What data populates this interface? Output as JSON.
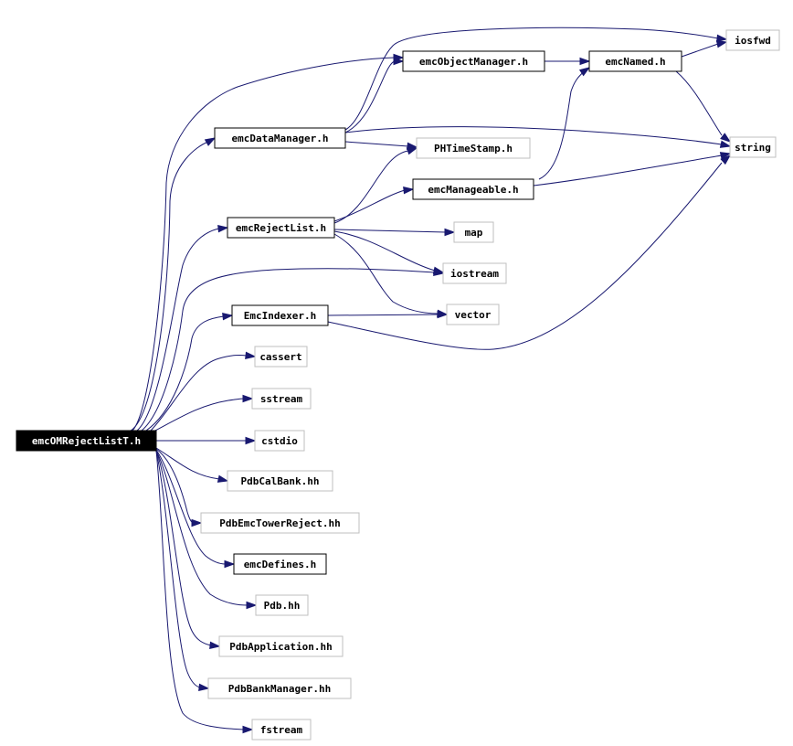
{
  "graph": {
    "colors": {
      "edge": "#191970",
      "root_fill": "#000000",
      "root_text": "#ffffff",
      "box_border": "#000000",
      "external_border": "#bfbfbf"
    },
    "nodes": {
      "emcOMRejectListT_h": "emcOMRejectListT.h",
      "emcDataManager_h": "emcDataManager.h",
      "emcObjectManager_h": "emcObjectManager.h",
      "emcNamed_h": "emcNamed.h",
      "iosfwd": "iosfwd",
      "string": "string",
      "PHTimeStamp_h": "PHTimeStamp.h",
      "emcManageable_h": "emcManageable.h",
      "emcRejectList_h": "emcRejectList.h",
      "map": "map",
      "iostream": "iostream",
      "EmcIndexer_h": "EmcIndexer.h",
      "vector": "vector",
      "cassert": "cassert",
      "sstream": "sstream",
      "cstdio": "cstdio",
      "PdbCalBank_hh": "PdbCalBank.hh",
      "PdbEmcTowerReject_hh": "PdbEmcTowerReject.hh",
      "emcDefines_h": "emcDefines.h",
      "Pdb_hh": "Pdb.hh",
      "PdbApplication_hh": "PdbApplication.hh",
      "PdbBankManager_hh": "PdbBankManager.hh",
      "fstream": "fstream"
    }
  }
}
